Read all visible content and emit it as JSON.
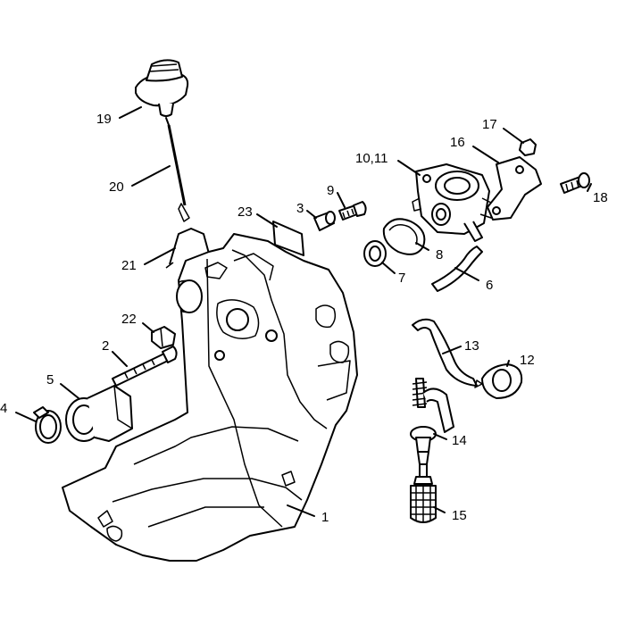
{
  "callouts": [
    {
      "id": "c19",
      "text": "19"
    },
    {
      "id": "c20",
      "text": "20"
    },
    {
      "id": "c21",
      "text": "21"
    },
    {
      "id": "c23",
      "text": "23"
    },
    {
      "id": "c3",
      "text": "3"
    },
    {
      "id": "c9",
      "text": "9"
    },
    {
      "id": "c1011",
      "text": "10,11"
    },
    {
      "id": "c17",
      "text": "17"
    },
    {
      "id": "c16",
      "text": "16"
    },
    {
      "id": "c18",
      "text": "18"
    },
    {
      "id": "c8",
      "text": "8"
    },
    {
      "id": "c7",
      "text": "7"
    },
    {
      "id": "c6",
      "text": "6"
    },
    {
      "id": "c22",
      "text": "22"
    },
    {
      "id": "c2",
      "text": "2"
    },
    {
      "id": "c5",
      "text": "5"
    },
    {
      "id": "c4",
      "text": "4"
    },
    {
      "id": "c13",
      "text": "13"
    },
    {
      "id": "c12",
      "text": "12"
    },
    {
      "id": "c14",
      "text": "14"
    },
    {
      "id": "c15",
      "text": "15"
    },
    {
      "id": "c1",
      "text": "1"
    }
  ]
}
